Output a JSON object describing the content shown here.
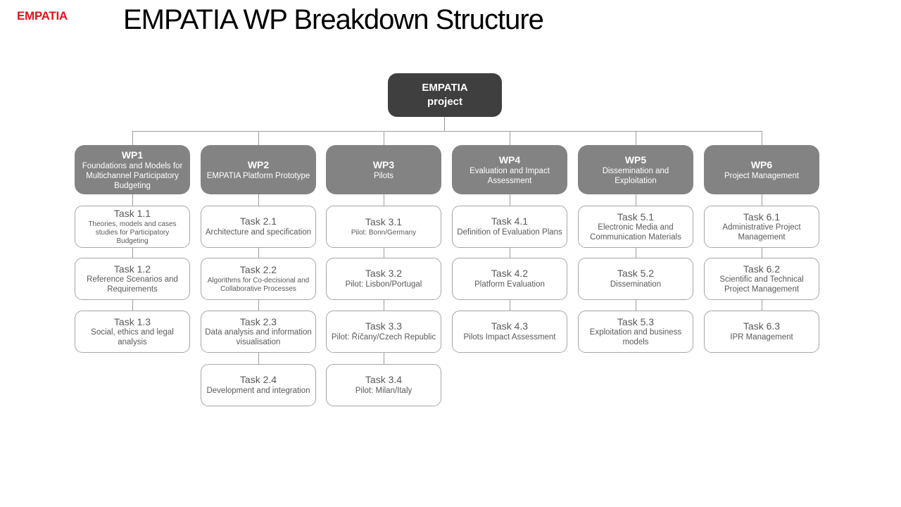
{
  "logo": {
    "text": "EMPATIA"
  },
  "header": {
    "title": "EMPATIA WP Breakdown Structure"
  },
  "root": {
    "line1": "EMPATIA",
    "line2": "project"
  },
  "colors": {
    "logo_red": "#e3131b",
    "root_bg": "#3f3f3f",
    "wp_bg": "#838383",
    "task_border": "#a6a6a6",
    "task_text": "#595959",
    "connector": "#9c9c9c"
  },
  "workpackages": [
    {
      "id": "WP1",
      "name": "Foundations and Models for Multichannel Participatory Budgeting",
      "tasks": [
        {
          "id": "Task 1.1",
          "desc": "Theories, models and cases studies for Participatory Budgeting"
        },
        {
          "id": "Task 1.2",
          "desc": "Reference Scenarios and Requirements"
        },
        {
          "id": "Task 1.3",
          "desc": "Social, ethics and legal analysis"
        }
      ]
    },
    {
      "id": "WP2",
      "name": "EMPATIA Platform Prototype",
      "tasks": [
        {
          "id": "Task 2.1",
          "desc": "Architecture and specification"
        },
        {
          "id": "Task 2.2",
          "desc": "Algorithms for Co-decisional and Collaborative Processes"
        },
        {
          "id": "Task 2.3",
          "desc": "Data analysis and information visualisation"
        },
        {
          "id": "Task 2.4",
          "desc": "Development and integration"
        }
      ]
    },
    {
      "id": "WP3",
      "name": "Pilots",
      "tasks": [
        {
          "id": "Task 3.1",
          "desc": "Pilot: Bonn/Germany"
        },
        {
          "id": "Task 3.2",
          "desc": "Pilot: Lisbon/Portugal"
        },
        {
          "id": "Task 3.3",
          "desc": "Pilot: Říčany/Czech Republic"
        },
        {
          "id": "Task 3.4",
          "desc": "Pilot: Milan/Italy"
        }
      ]
    },
    {
      "id": "WP4",
      "name": "Evaluation and Impact Assessment",
      "tasks": [
        {
          "id": "Task 4.1",
          "desc": "Definition of Evaluation Plans"
        },
        {
          "id": "Task 4.2",
          "desc": "Platform Evaluation"
        },
        {
          "id": "Task 4.3",
          "desc": "Pilots Impact Assessment"
        }
      ]
    },
    {
      "id": "WP5",
      "name": "Dissemination and Exploitation",
      "tasks": [
        {
          "id": "Task 5.1",
          "desc": "Electronic Media and Communication Materials"
        },
        {
          "id": "Task 5.2",
          "desc": "Dissemination"
        },
        {
          "id": "Task 5.3",
          "desc": "Exploitation and business models"
        }
      ]
    },
    {
      "id": "WP6",
      "name": "Project Management",
      "tasks": [
        {
          "id": "Task 6.1",
          "desc": "Administrative Project Management"
        },
        {
          "id": "Task 6.2",
          "desc": "Scientific and Technical Project Management"
        },
        {
          "id": "Task 6.3",
          "desc": "IPR Management"
        }
      ]
    }
  ]
}
